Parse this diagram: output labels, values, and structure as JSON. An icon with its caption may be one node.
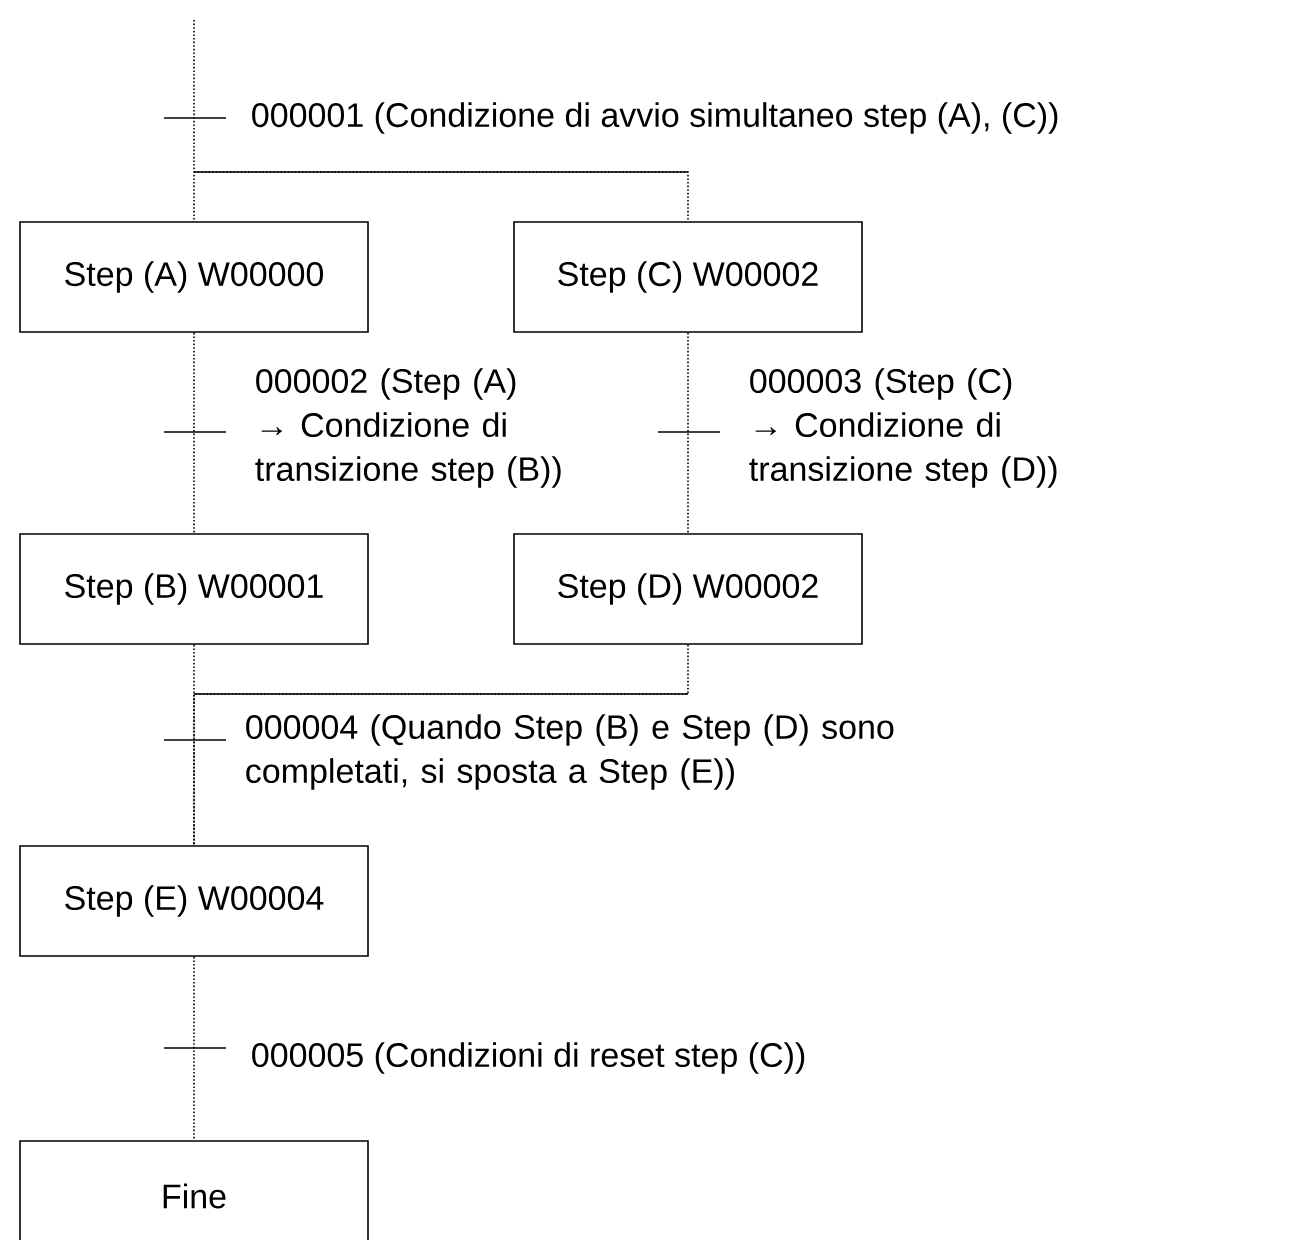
{
  "diagram": {
    "nodes": [
      {
        "text": [
          "Step (A) W00000"
        ]
      },
      {
        "text": [
          "Step (C) W00002"
        ]
      },
      {
        "text": [
          "Step (B) W00001"
        ]
      },
      {
        "text": [
          "Step (D) W00002"
        ]
      },
      {
        "text": [
          "Step (E) W00004"
        ]
      },
      {
        "text": [
          "Fine"
        ]
      }
    ],
    "edges": [
      {
        "from": null,
        "to": 0,
        "arrow": "none",
        "label": "000001 (Condizione di avvio simultaneo step (A), (C))"
      },
      {
        "from": null,
        "to": 1,
        "arrow": "none"
      },
      {
        "from": 0,
        "to": 2,
        "arrow": "none",
        "label": "000002 (Step (A) → Condizione di transizione step (B))"
      },
      {
        "from": 1,
        "to": 3,
        "arrow": "none",
        "label": "000003 (Step (C) → Condizione di transizione step (D))"
      },
      {
        "from": 2,
        "to": 4,
        "arrow": "none",
        "label": "000004 (Quando Step (B) e Step (D) sono completati, si sposta a Step (E))"
      },
      {
        "from": 3,
        "to": 4,
        "arrow": "none"
      },
      {
        "from": 4,
        "to": 5,
        "arrow": "none",
        "label": "000005 (Condizioni di reset step (C))"
      }
    ]
  }
}
